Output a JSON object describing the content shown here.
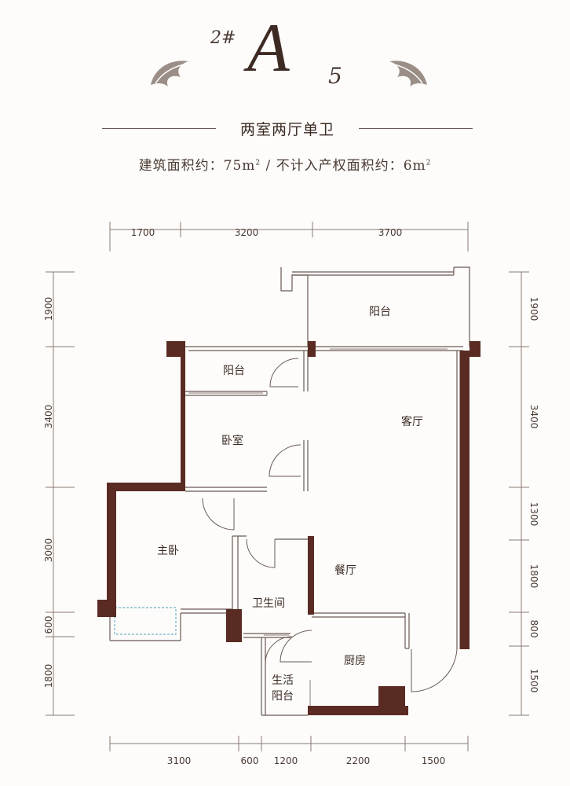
{
  "title": {
    "prefix": "2#",
    "letter": "A",
    "number": "5"
  },
  "subtitle": "两室两厅单卫",
  "area": {
    "building_label": "建筑面积约：",
    "building_value": "75m",
    "separator": " / ",
    "excluded_label": "不计入产权面积约：",
    "excluded_value": "6m",
    "unit_sup": "2"
  },
  "rooms": {
    "balcony_top": "阳台",
    "balcony_small": "阳台",
    "bedroom": "卧室",
    "living_room": "客厅",
    "master_bedroom": "主卧",
    "dining_room": "餐厅",
    "bathroom": "卫生间",
    "kitchen": "厨房",
    "utility_balcony_line1": "生活",
    "utility_balcony_line2": "阳台"
  },
  "dimensions": {
    "top": [
      "1700",
      "3200",
      "3700"
    ],
    "bottom": [
      "3100",
      "600",
      "1200",
      "2200",
      "1500"
    ],
    "left": [
      "1900",
      "3400",
      "3000",
      "600",
      "1800"
    ],
    "right": [
      "1900",
      "3400",
      "1300",
      "1800",
      "800",
      "1500"
    ]
  },
  "colors": {
    "wall": "#5a2b22",
    "text": "#4a3a33",
    "line": "#8a7a72"
  }
}
